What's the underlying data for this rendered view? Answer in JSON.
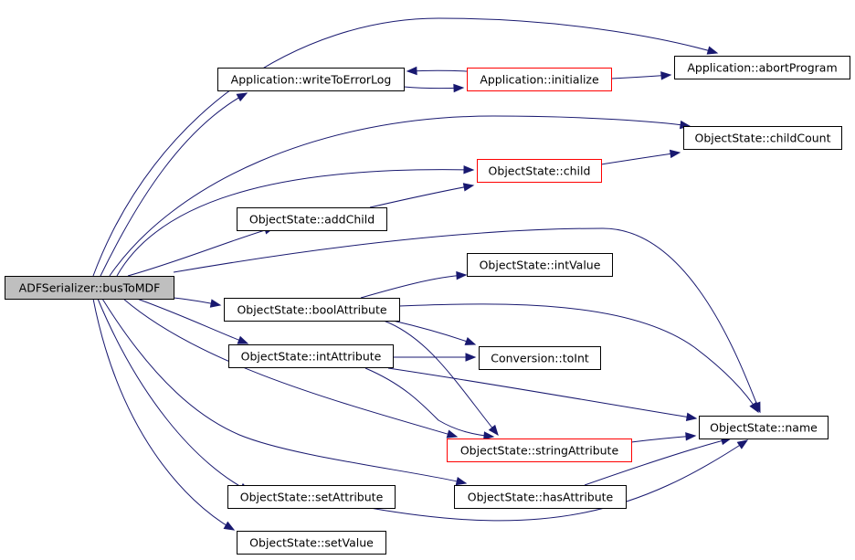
{
  "colors": {
    "edge": "#191970",
    "node_border": "#000000",
    "node_fill": "#ffffff",
    "root_fill": "#bfbfbf",
    "truncated_border": "#ff0000"
  },
  "nodes": {
    "root": {
      "label": "ADFSerializer::busToMDF",
      "style": "root"
    },
    "writeToErrorLog": {
      "label": "Application::writeToErrorLog",
      "style": "normal"
    },
    "initialize": {
      "label": "Application::initialize",
      "style": "truncated"
    },
    "abortProgram": {
      "label": "Application::abortProgram",
      "style": "normal"
    },
    "childCount": {
      "label": "ObjectState::childCount",
      "style": "normal"
    },
    "child": {
      "label": "ObjectState::child",
      "style": "truncated"
    },
    "addChild": {
      "label": "ObjectState::addChild",
      "style": "normal"
    },
    "intValue": {
      "label": "ObjectState::intValue",
      "style": "normal"
    },
    "boolAttribute": {
      "label": "ObjectState::boolAttribute",
      "style": "normal"
    },
    "toInt": {
      "label": "Conversion::toInt",
      "style": "normal"
    },
    "intAttribute": {
      "label": "ObjectState::intAttribute",
      "style": "normal"
    },
    "name": {
      "label": "ObjectState::name",
      "style": "normal"
    },
    "stringAttribute": {
      "label": "ObjectState::stringAttribute",
      "style": "truncated"
    },
    "setAttribute": {
      "label": "ObjectState::setAttribute",
      "style": "normal"
    },
    "hasAttribute": {
      "label": "ObjectState::hasAttribute",
      "style": "normal"
    },
    "setValue": {
      "label": "ObjectState::setValue",
      "style": "normal"
    }
  },
  "edges": [
    {
      "from": "root",
      "to": "abortProgram"
    },
    {
      "from": "root",
      "to": "writeToErrorLog"
    },
    {
      "from": "root",
      "to": "childCount"
    },
    {
      "from": "root",
      "to": "child"
    },
    {
      "from": "root",
      "to": "addChild"
    },
    {
      "from": "root",
      "to": "name"
    },
    {
      "from": "root",
      "to": "boolAttribute"
    },
    {
      "from": "root",
      "to": "intAttribute"
    },
    {
      "from": "root",
      "to": "stringAttribute"
    },
    {
      "from": "root",
      "to": "hasAttribute"
    },
    {
      "from": "root",
      "to": "setAttribute"
    },
    {
      "from": "root",
      "to": "setValue"
    },
    {
      "from": "writeToErrorLog",
      "to": "initialize"
    },
    {
      "from": "initialize",
      "to": "writeToErrorLog"
    },
    {
      "from": "initialize",
      "to": "abortProgram"
    },
    {
      "from": "child",
      "to": "childCount"
    },
    {
      "from": "addChild",
      "to": "child"
    },
    {
      "from": "boolAttribute",
      "to": "intValue"
    },
    {
      "from": "boolAttribute",
      "to": "toInt"
    },
    {
      "from": "boolAttribute",
      "to": "name"
    },
    {
      "from": "boolAttribute",
      "to": "stringAttribute"
    },
    {
      "from": "intAttribute",
      "to": "toInt"
    },
    {
      "from": "intAttribute",
      "to": "name"
    },
    {
      "from": "intAttribute",
      "to": "stringAttribute"
    },
    {
      "from": "stringAttribute",
      "to": "name"
    },
    {
      "from": "hasAttribute",
      "to": "name"
    },
    {
      "from": "setAttribute",
      "to": "name"
    }
  ]
}
